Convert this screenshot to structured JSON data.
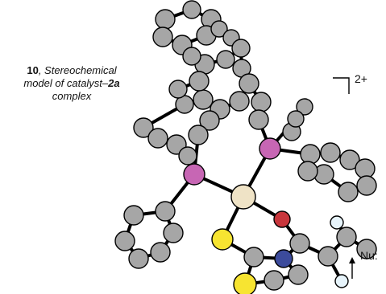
{
  "caption": {
    "number": "10",
    "title_line1": ", Stereochemical",
    "title_line2_prefix": "model of catalyst–",
    "catalyst": "2a",
    "title_line3": "complex"
  },
  "charge_label": "2+",
  "nucleophile_label": "Nu:",
  "colors": {
    "carbon": "#a6a6a6",
    "phosphorus": "#c766b4",
    "metal": "#efe3c6",
    "oxygen": "#c8363c",
    "sulfur": "#f7e431",
    "nitrogen": "#3c4b9c",
    "hydrogen": "#e7f4fb",
    "bond": "#000000"
  }
}
